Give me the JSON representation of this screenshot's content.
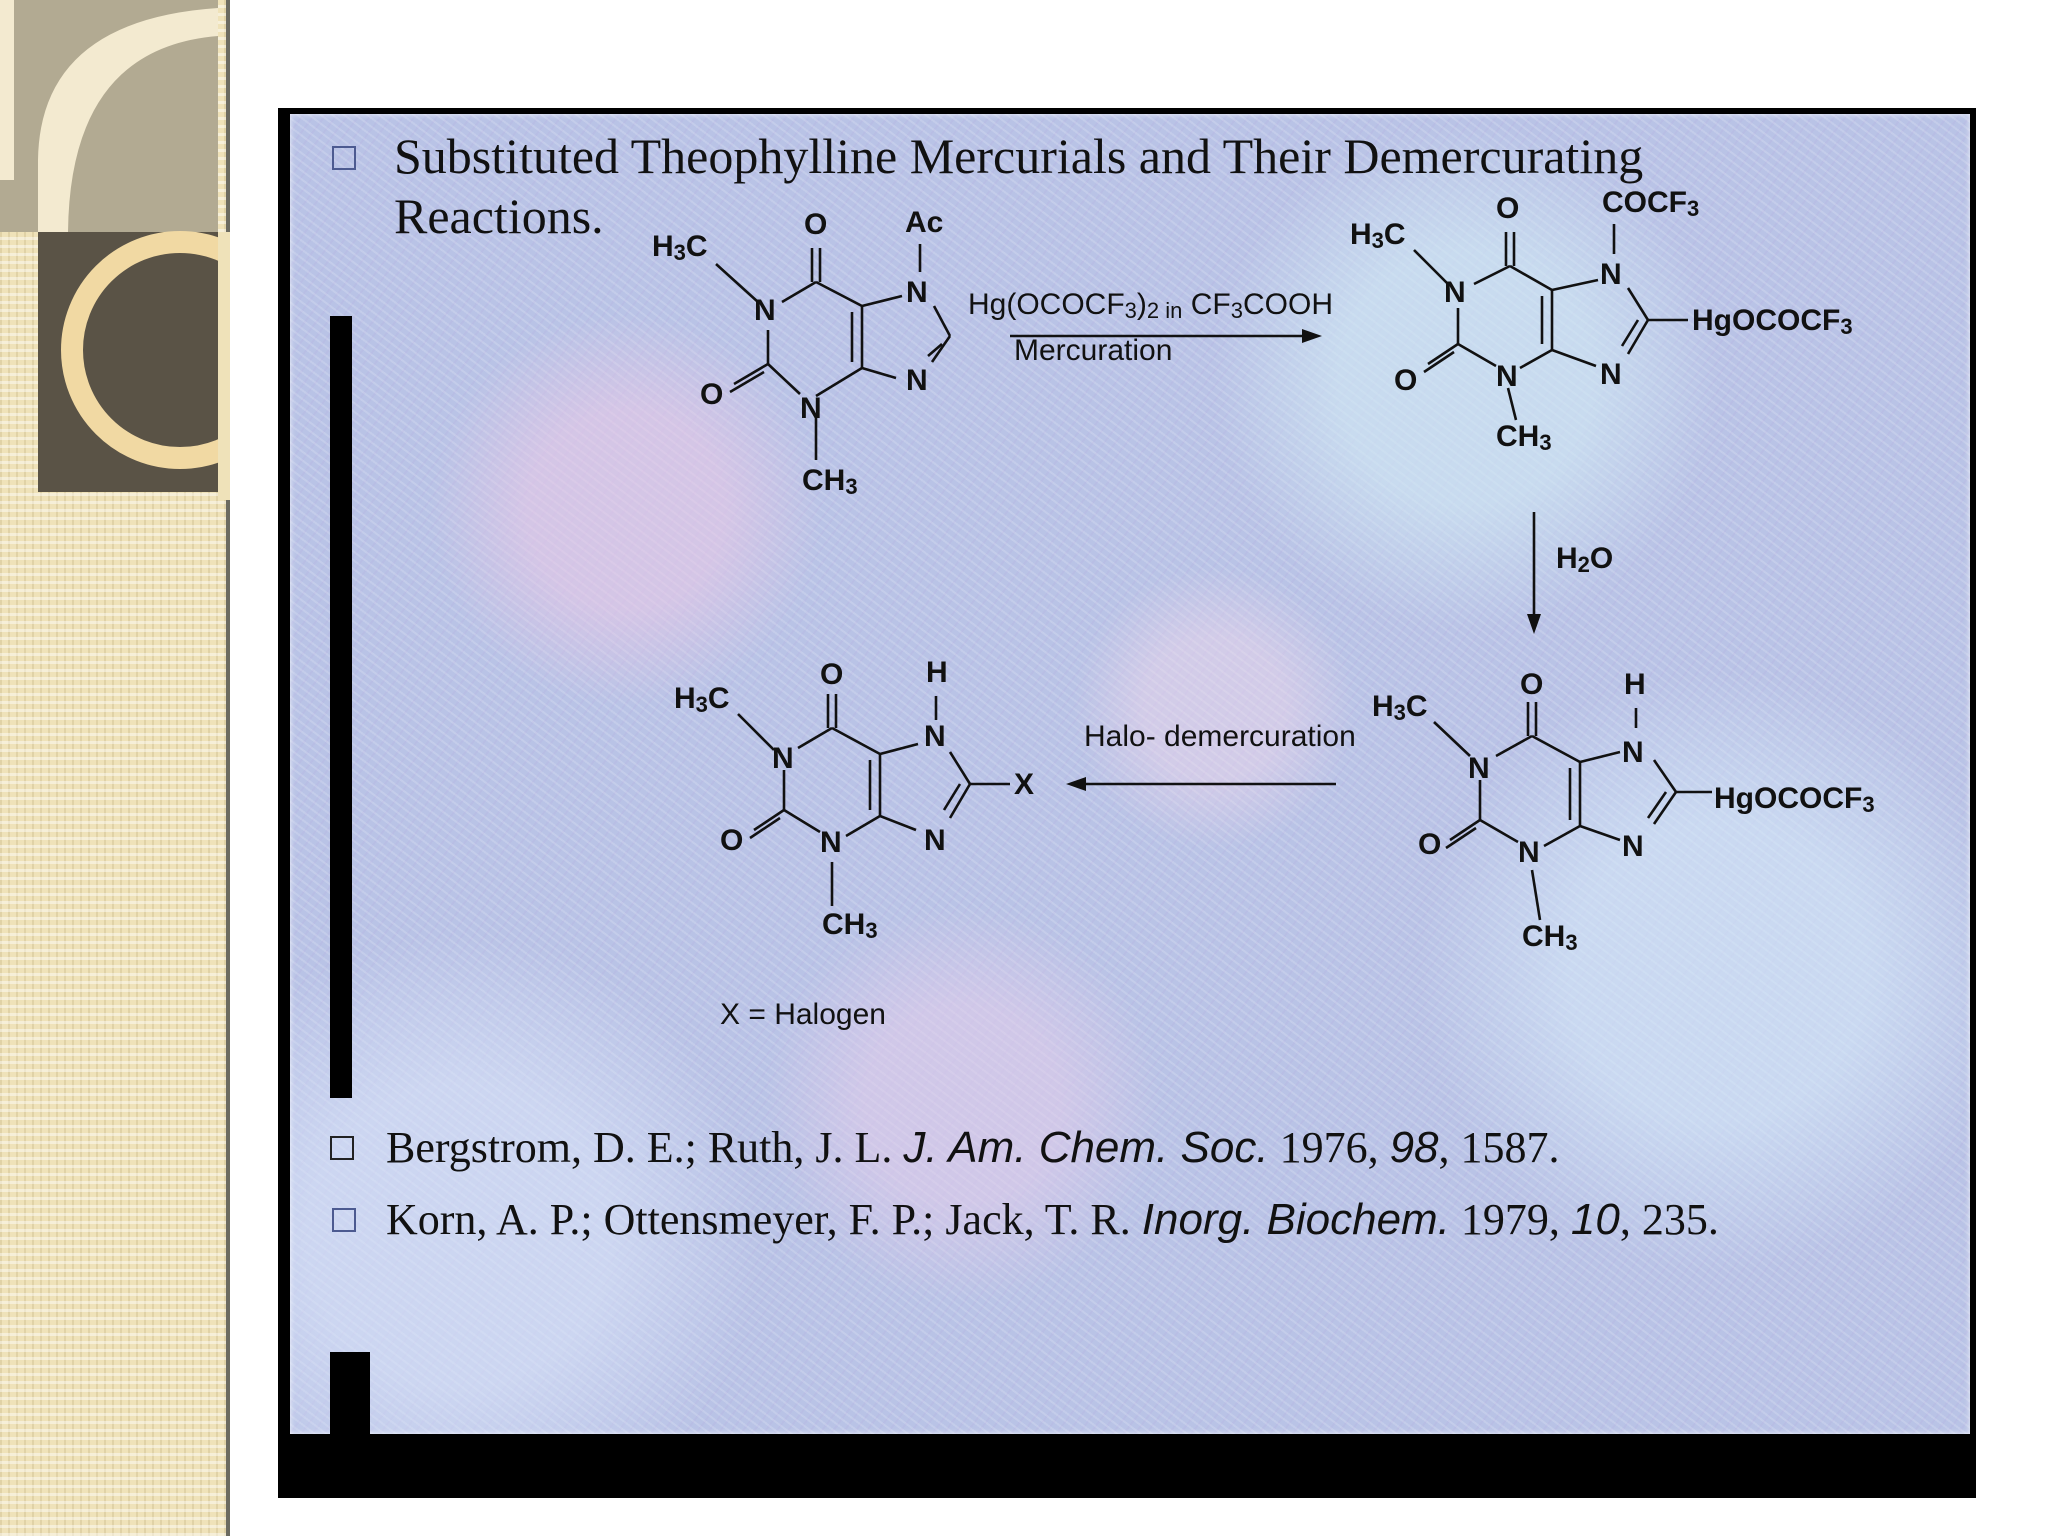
{
  "title": "Substituted Theophylline Mercurials and Their Demercurating Reactions.",
  "scheme": {
    "step1": {
      "reagent_parts": [
        "Hg(OCOCF",
        "3",
        ")",
        "2 in",
        " CF",
        "3",
        "COOH"
      ],
      "label": "Mercuration"
    },
    "step2": {
      "reagent_parts": [
        "H",
        "2",
        "O"
      ]
    },
    "step3": {
      "label": "Halo- demercuration"
    },
    "footnote": "X = Halogen",
    "substituents": {
      "start_n7": "Ac",
      "intermediate_n7": "COCF",
      "intermediate_n7_sub": "3",
      "mercury_group": "HgOCOCF",
      "mercury_group_sub": "3",
      "proton": "H",
      "halogen": "X"
    },
    "atoms": {
      "N": "N",
      "O": "O",
      "methyl_left": "H",
      "methyl_left_sub": "3",
      "methyl_left_end": "C",
      "methyl_bottom": "CH",
      "methyl_bottom_sub": "3"
    }
  },
  "references": [
    {
      "authors": "Bergstrom, D. E.; Ruth, J. L. ",
      "journal": "J. Am. Chem. Soc.",
      "year": " 1976, ",
      "volume": "98",
      "page": ", 1587."
    },
    {
      "authors": "Korn, A. P.; Ottensmeyer, F. P.; Jack, T. R. ",
      "journal": "Inorg. Biochem.",
      "year": " 1979, ",
      "volume": "10",
      "page": ", 235."
    }
  ],
  "colors": {
    "panel": "#b9c3e6",
    "frame": "#000000",
    "sidebar": "#efe2b9",
    "deco_dark": "#5a5346",
    "deco_ring": "#f1d9a3",
    "deco_tan": "#b2aa92"
  }
}
